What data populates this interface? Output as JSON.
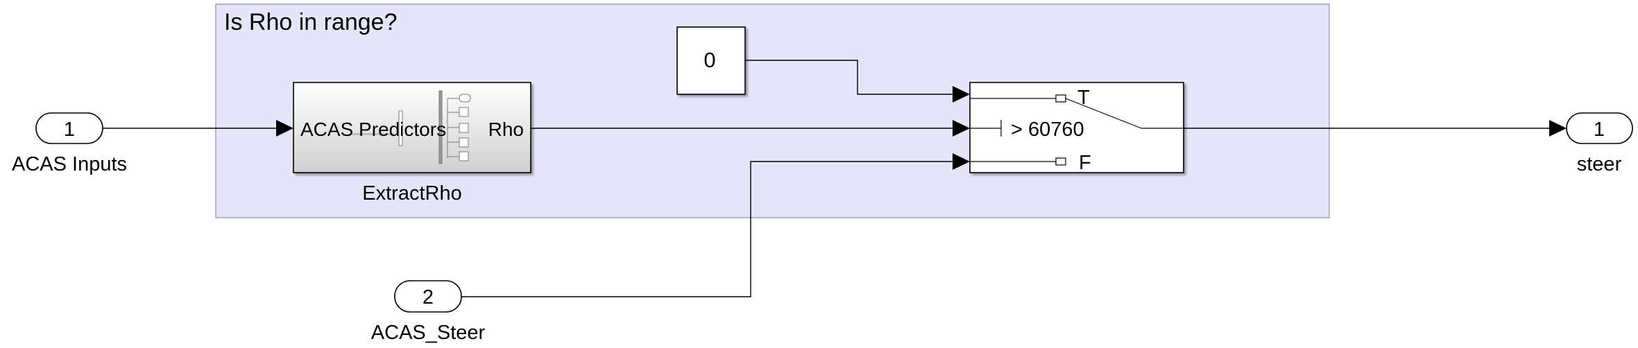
{
  "area": {
    "title": "Is Rho in range?",
    "fill": "#e6e6fa",
    "border": "#a0a0c0",
    "title_color": "#555566"
  },
  "inports": [
    {
      "number": "1",
      "name": "ACAS Inputs"
    },
    {
      "number": "2",
      "name": "ACAS_Steer"
    }
  ],
  "outports": [
    {
      "number": "1",
      "name": "steer"
    }
  ],
  "constant": {
    "value": "0"
  },
  "subsystem": {
    "name": "ExtractRho",
    "input_label": "ACAS Predictors",
    "output_label": "Rho",
    "gradient_top": "#ffffff",
    "gradient_bottom": "#d0d0d0"
  },
  "switch": {
    "true_label": "T",
    "threshold_label": "> 60760",
    "false_label": "F"
  },
  "colors": {
    "line": "#000000",
    "block_border": "#000000",
    "block_fill": "#ffffff"
  }
}
